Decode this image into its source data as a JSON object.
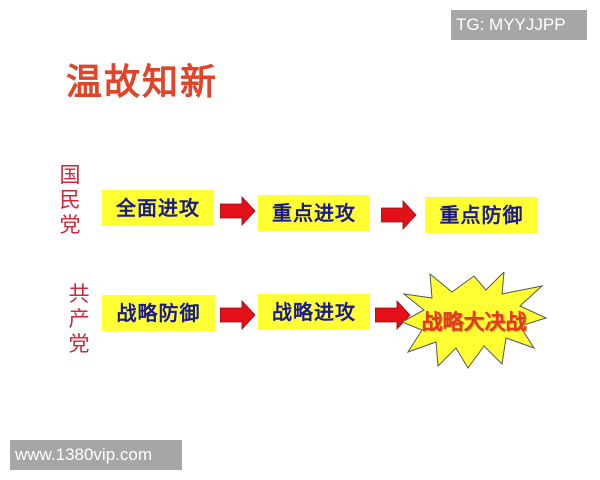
{
  "title": "温故知新",
  "watermarks": {
    "top_right": "TG: MYYJJPP",
    "bottom_left": "www.1380vip.com"
  },
  "rows": [
    {
      "party": "国民党",
      "stages": [
        "全面进攻",
        "重点进攻",
        "重点防御"
      ]
    },
    {
      "party": "共产党",
      "stages": [
        "战略防御",
        "战略进攻"
      ],
      "climax": "战略大决战"
    }
  ],
  "colors": {
    "title": "#e0452a",
    "party_label": "#d0253a",
    "box_fill": "#ffff33",
    "box_text": "#1a1a8c",
    "arrow": "#e3101a",
    "burst_fill": "#ffff33",
    "burst_text": "#e8322a"
  }
}
